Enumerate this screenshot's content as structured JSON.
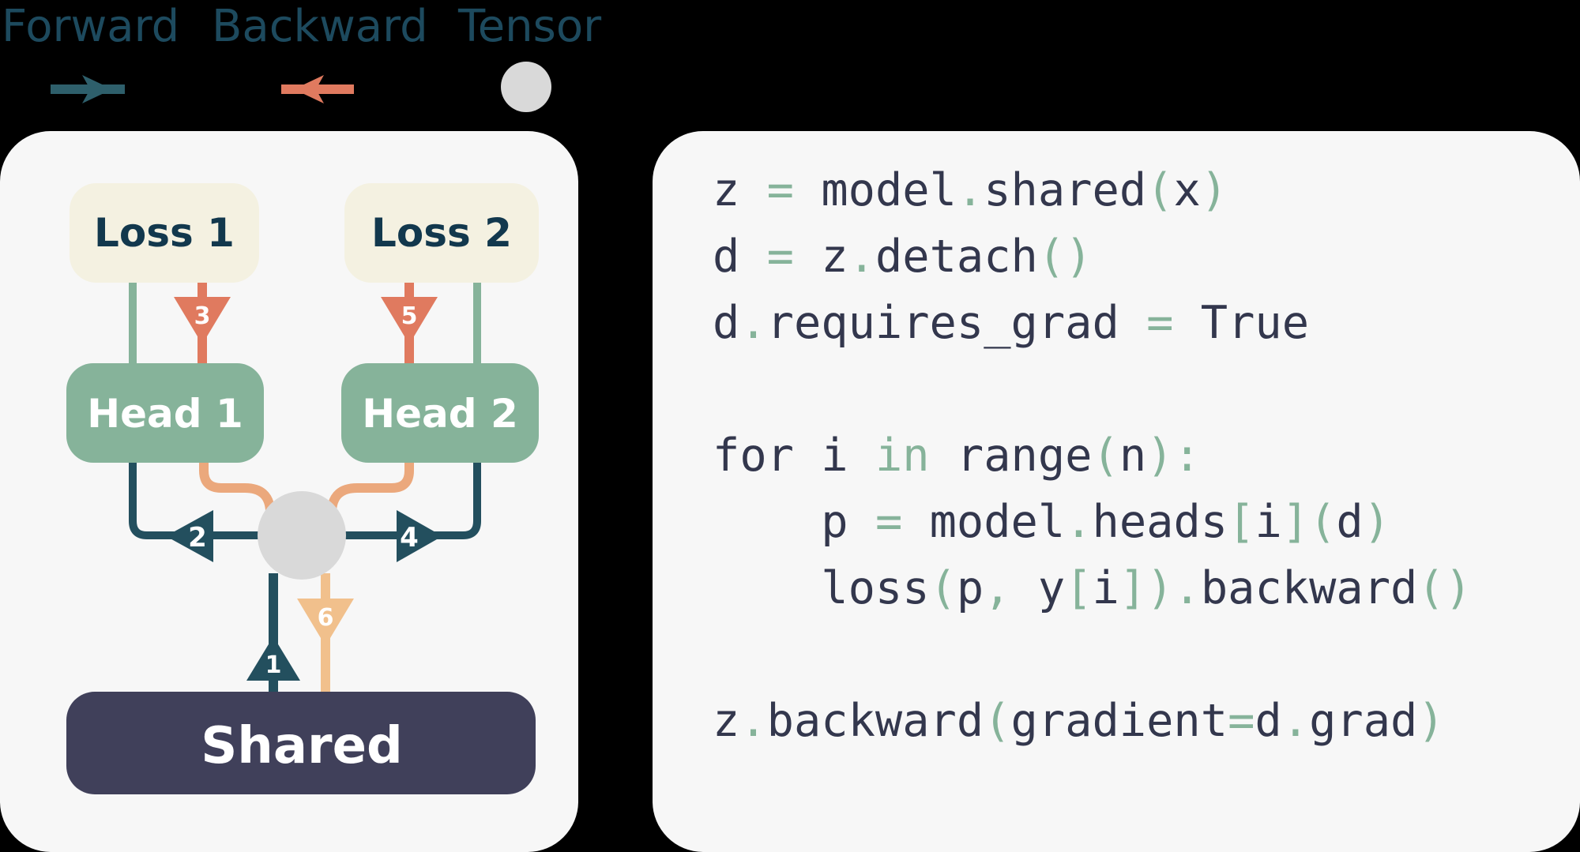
{
  "legend": {
    "forward_label": "Forward",
    "backward_label": "Backward",
    "tensor_label": "Tensor",
    "forward_color": "#2e5f6b",
    "backward_color": "#e07a5f",
    "tensor_color": "#d9d9d9"
  },
  "diagram": {
    "nodes": {
      "loss1": "Loss 1",
      "loss2": "Loss 2",
      "head1": "Head 1",
      "head2": "Head 2",
      "shared": "Shared"
    },
    "step_labels": {
      "s1": "1",
      "s2": "2",
      "s3": "3",
      "s4": "4",
      "s5": "5",
      "s6": "6"
    },
    "colors": {
      "loss_fill": "#f4f1e1",
      "head_fill": "#86b39a",
      "shared_fill": "#40405a",
      "forward_dark": "#234f5e",
      "forward_light": "#86b39a",
      "backward_red": "#e07a5f",
      "backward_orange": "#eba87c",
      "backward_yellow": "#f1c08c"
    }
  },
  "code": {
    "lines": [
      [
        [
          "z",
          "id"
        ],
        [
          " ",
          "ws"
        ],
        [
          "=",
          "op"
        ],
        [
          " ",
          "ws"
        ],
        [
          "model",
          "id"
        ],
        [
          ".",
          "op"
        ],
        [
          "shared",
          "id"
        ],
        [
          "(",
          "op"
        ],
        [
          "x",
          "id"
        ],
        [
          ")",
          "op"
        ]
      ],
      [
        [
          "d",
          "id"
        ],
        [
          " ",
          "ws"
        ],
        [
          "=",
          "op"
        ],
        [
          " ",
          "ws"
        ],
        [
          "z",
          "id"
        ],
        [
          ".",
          "op"
        ],
        [
          "detach",
          "id"
        ],
        [
          "()",
          "op"
        ]
      ],
      [
        [
          "d",
          "id"
        ],
        [
          ".",
          "op"
        ],
        [
          "requires_grad",
          "id"
        ],
        [
          " ",
          "ws"
        ],
        [
          "=",
          "op"
        ],
        [
          " ",
          "ws"
        ],
        [
          "True",
          "id"
        ]
      ],
      [],
      [
        [
          "for",
          "id"
        ],
        [
          " ",
          "ws"
        ],
        [
          "i",
          "id"
        ],
        [
          " ",
          "ws"
        ],
        [
          "in",
          "kw"
        ],
        [
          " ",
          "ws"
        ],
        [
          "range",
          "id"
        ],
        [
          "(",
          "op"
        ],
        [
          "n",
          "id"
        ],
        [
          "):",
          "op"
        ]
      ],
      [
        [
          "    ",
          "ws"
        ],
        [
          "p",
          "id"
        ],
        [
          " ",
          "ws"
        ],
        [
          "=",
          "op"
        ],
        [
          " ",
          "ws"
        ],
        [
          "model",
          "id"
        ],
        [
          ".",
          "op"
        ],
        [
          "heads",
          "id"
        ],
        [
          "[",
          "op"
        ],
        [
          "i",
          "id"
        ],
        [
          "](",
          "op"
        ],
        [
          "d",
          "id"
        ],
        [
          ")",
          "op"
        ]
      ],
      [
        [
          "    ",
          "ws"
        ],
        [
          "loss",
          "id"
        ],
        [
          "(",
          "op"
        ],
        [
          "p",
          "id"
        ],
        [
          ",",
          "op"
        ],
        [
          " ",
          "ws"
        ],
        [
          "y",
          "id"
        ],
        [
          "[",
          "op"
        ],
        [
          "i",
          "id"
        ],
        [
          "])",
          "op"
        ],
        [
          ".",
          "op"
        ],
        [
          "backward",
          "id"
        ],
        [
          "()",
          "op"
        ]
      ],
      [],
      [
        [
          "z",
          "id"
        ],
        [
          ".",
          "op"
        ],
        [
          "backward",
          "id"
        ],
        [
          "(",
          "op"
        ],
        [
          "gradient",
          "id"
        ],
        [
          "=",
          "op"
        ],
        [
          "d",
          "id"
        ],
        [
          ".",
          "op"
        ],
        [
          "grad",
          "id"
        ],
        [
          ")",
          "op"
        ]
      ]
    ]
  }
}
